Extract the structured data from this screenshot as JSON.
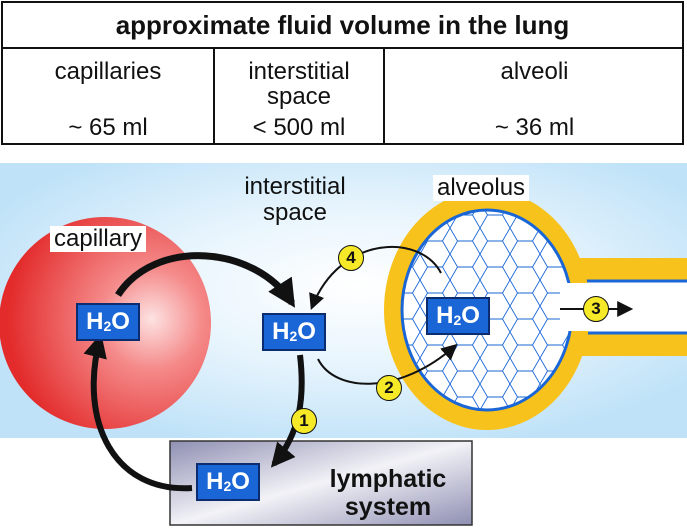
{
  "table": {
    "title": "approximate fluid volume in the lung",
    "columns": [
      {
        "label_lines": [
          "capillaries"
        ],
        "value": "~ 65 ml"
      },
      {
        "label_lines": [
          "interstitial",
          "space"
        ],
        "value": "< 500 ml"
      },
      {
        "label_lines": [
          "alveoli"
        ],
        "value": "~ 36 ml"
      }
    ]
  },
  "diagram": {
    "labels": {
      "capillary": "capillary",
      "interstitial_line1": "interstitial",
      "interstitial_line2": "space",
      "alveolus": "alveolus",
      "lymphatic_line1": "lymphatic",
      "lymphatic_line2": "system"
    },
    "h2o": {
      "main": "H",
      "sub": "2",
      "tail": "O"
    },
    "steps": [
      "1",
      "2",
      "3",
      "4"
    ],
    "colors": {
      "background": "#bfe2f8",
      "capillary": "#e93a3a",
      "alveolus_wall": "#f8c21c",
      "alveolus_outline": "#1a66d6",
      "h2o_box": "#1a66d6",
      "step_badge": "#f5e928",
      "lymph_box": "#a9a9c8"
    }
  }
}
